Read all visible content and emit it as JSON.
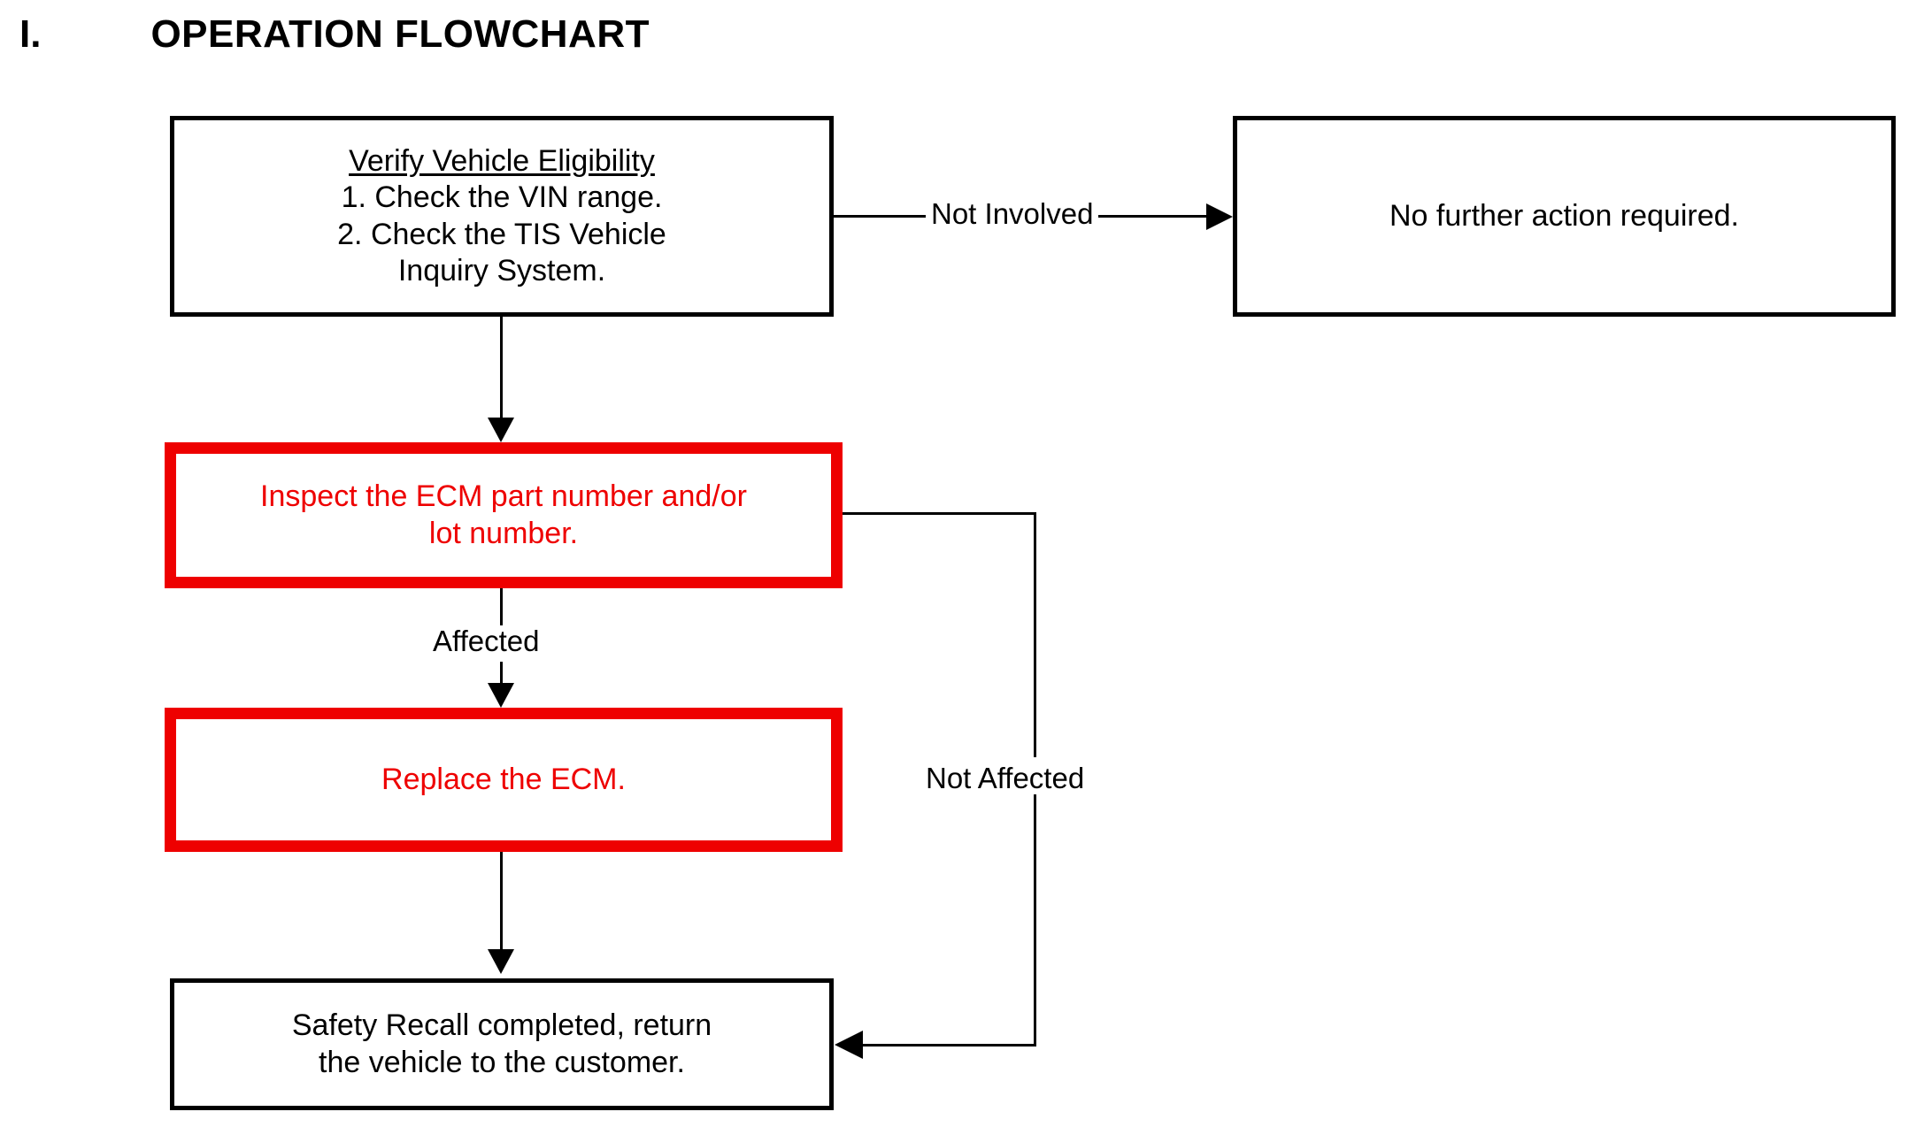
{
  "document": {
    "section_numeral": "I.",
    "section_title": "OPERATION FLOWCHART"
  },
  "colors": {
    "accent_red": "#EE0000",
    "outline_black": "#000000",
    "background": "#FFFFFF"
  },
  "flowchart": {
    "type": "process-flowchart",
    "nodes": [
      {
        "id": "verify-vehicle-eligibility",
        "style": "black-outline",
        "heading": "Verify Vehicle Eligibility",
        "lines": [
          "1. Check the VIN range.",
          "2. Check the TIS Vehicle",
          "Inquiry System."
        ]
      },
      {
        "id": "no-further-action",
        "style": "black-outline",
        "lines": [
          "No further action required."
        ]
      },
      {
        "id": "inspect-ecm",
        "style": "red-outline",
        "lines": [
          "Inspect the ECM part number and/or",
          "lot number."
        ]
      },
      {
        "id": "replace-ecm",
        "style": "red-outline",
        "lines": [
          "Replace the ECM."
        ]
      },
      {
        "id": "safety-recall-completed",
        "style": "black-outline",
        "lines": [
          "Safety Recall completed, return",
          "the vehicle to the customer."
        ]
      }
    ],
    "edges": [
      {
        "from": "verify-vehicle-eligibility",
        "to": "no-further-action",
        "label": "Not Involved",
        "direction": "right"
      },
      {
        "from": "verify-vehicle-eligibility",
        "to": "inspect-ecm",
        "label": "",
        "direction": "down"
      },
      {
        "from": "inspect-ecm",
        "to": "replace-ecm",
        "label": "Affected",
        "direction": "down"
      },
      {
        "from": "replace-ecm",
        "to": "safety-recall-completed",
        "label": "",
        "direction": "down"
      },
      {
        "from": "inspect-ecm",
        "to": "safety-recall-completed",
        "label": "Not Affected",
        "direction": "right-down-left"
      }
    ]
  }
}
